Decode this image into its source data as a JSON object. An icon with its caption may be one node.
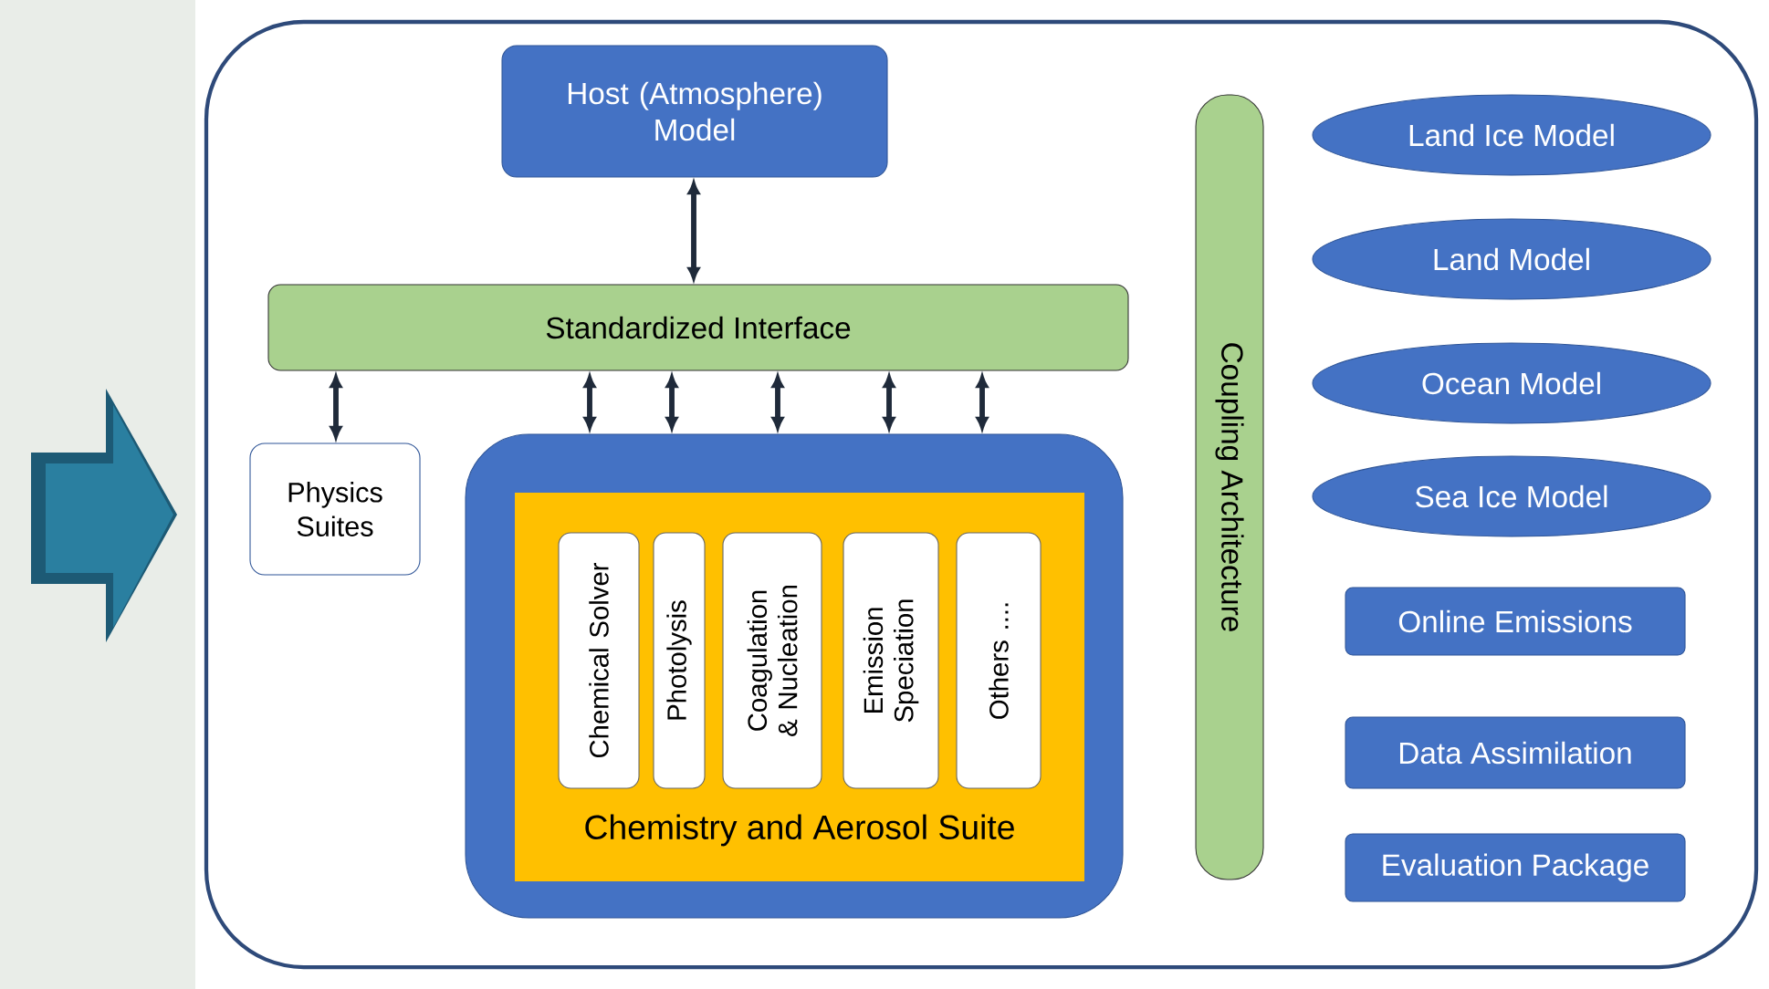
{
  "diagram": {
    "nodes": [
      {
        "text": [],
        "shape": "box"
      },
      {
        "text": [
          "Host (Atmosphere) Model"
        ],
        "in": 0
      },
      {
        "text": [
          "Standardized Interface"
        ],
        "in": 0
      },
      {
        "text": [
          "Physics Suites"
        ],
        "in": 0
      },
      {
        "text": [],
        "shape": "box",
        "in": 0
      },
      {
        "text": [
          "Chemistry and Aerosol Suite"
        ],
        "in": 4
      },
      {
        "text": [
          "Chemical Solver"
        ],
        "in": 5
      },
      {
        "text": [
          "Photolysis"
        ],
        "in": 5
      },
      {
        "text": [
          "Coagulation & Nucleation"
        ],
        "in": 5
      },
      {
        "text": [
          "Emission Speciation"
        ],
        "in": 5
      },
      {
        "text": [
          "Others ...."
        ],
        "in": 5
      },
      {
        "text": [
          "Coupling Architecture"
        ],
        "in": 0
      },
      {
        "text": [
          "Land Ice Model"
        ],
        "in": 0
      },
      {
        "text": [
          "Land Model"
        ],
        "in": 0
      },
      {
        "text": [
          "Ocean Model"
        ],
        "in": 0
      },
      {
        "text": [
          "Sea Ice Model"
        ],
        "in": 0
      },
      {
        "text": [
          "Online Emissions"
        ],
        "in": 0
      },
      {
        "text": [
          "Data Assimilation"
        ],
        "in": 0
      },
      {
        "text": [
          "Evaluation Package"
        ],
        "in": 0
      }
    ],
    "edges": [
      {
        "from": 1,
        "to": 2,
        "arrow": "both"
      },
      {
        "from": 2,
        "to": 3,
        "arrow": "both"
      },
      {
        "from": 2,
        "to": 4,
        "arrow": "both"
      },
      {
        "from": 2,
        "to": 4,
        "arrow": "both"
      },
      {
        "from": 2,
        "to": 4,
        "arrow": "both"
      },
      {
        "from": 2,
        "to": 4,
        "arrow": "both"
      },
      {
        "from": 2,
        "to": 4,
        "arrow": "both"
      }
    ]
  }
}
